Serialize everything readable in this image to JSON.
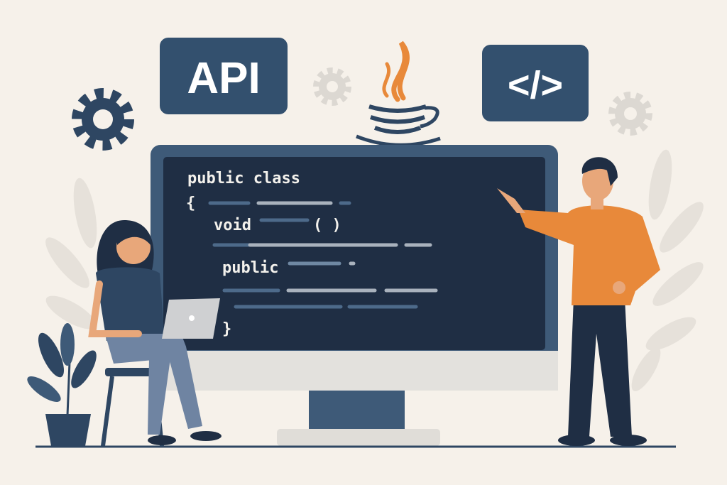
{
  "badges": {
    "api": "API",
    "code_tag": "</>"
  },
  "code": {
    "line1": "public class",
    "open_brace": "{",
    "void_kw": "void",
    "parens": "( )",
    "public_kw": "public",
    "close_brace": "}"
  },
  "colors": {
    "background": "#f6f1ea",
    "navy": "#1f2e44",
    "frame": "#3e5a78",
    "orange": "#e8893a",
    "light_gray": "#dcd8d2"
  }
}
